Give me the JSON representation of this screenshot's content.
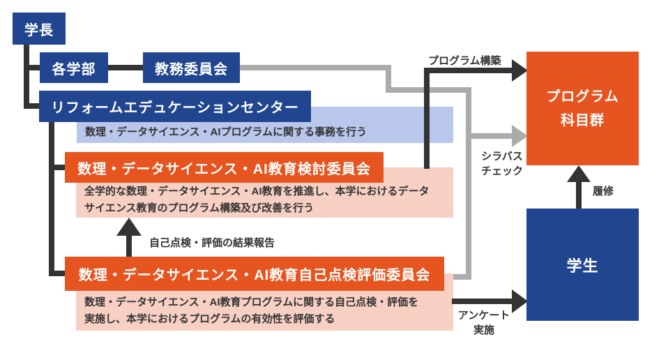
{
  "palette": {
    "navy": "#22458f",
    "orange": "#e65420",
    "light_blue": "#b9c7ec",
    "light_pink": "#f7d0c3",
    "line_black": "#333333",
    "line_gray": "#ababab",
    "text_dark": "#333333"
  },
  "nodes": {
    "president": {
      "label": "学長"
    },
    "faculties": {
      "label": "各学部"
    },
    "academic_affairs_committee": {
      "label": "教務委員会"
    },
    "reform_education_center": {
      "label": "リフォームエデュケーションセンター",
      "description": "数理・データサイエンス・AIプログラムに関する事務を行う"
    },
    "ai_education_review_committee": {
      "label": "数理・データサイエンス・AI教育検討委員会",
      "description": "全学的な数理・データサイエンス・AI教育を推進し、本学におけるデータ\nサイエンス教育のプログラム構築及び改善を行う"
    },
    "ai_education_self_check_committee": {
      "label": "数理・データサイエンス・AI教育自己点検評価委員会",
      "description": "数理・データサイエンス・AI教育プログラムに関する自己点検・評価を\n実施し、本学におけるプログラムの有効性を評価する"
    },
    "program_subjects": {
      "label": "プログラム\n科目群"
    },
    "students": {
      "label": "学生"
    }
  },
  "edge_labels": {
    "program_build": "プログラム構築",
    "syllabus_check": "シラバス\nチェック",
    "enrollment": "履修",
    "survey": "アンケート\n実施",
    "self_check_report": "自己点検・評価の結果報告"
  }
}
